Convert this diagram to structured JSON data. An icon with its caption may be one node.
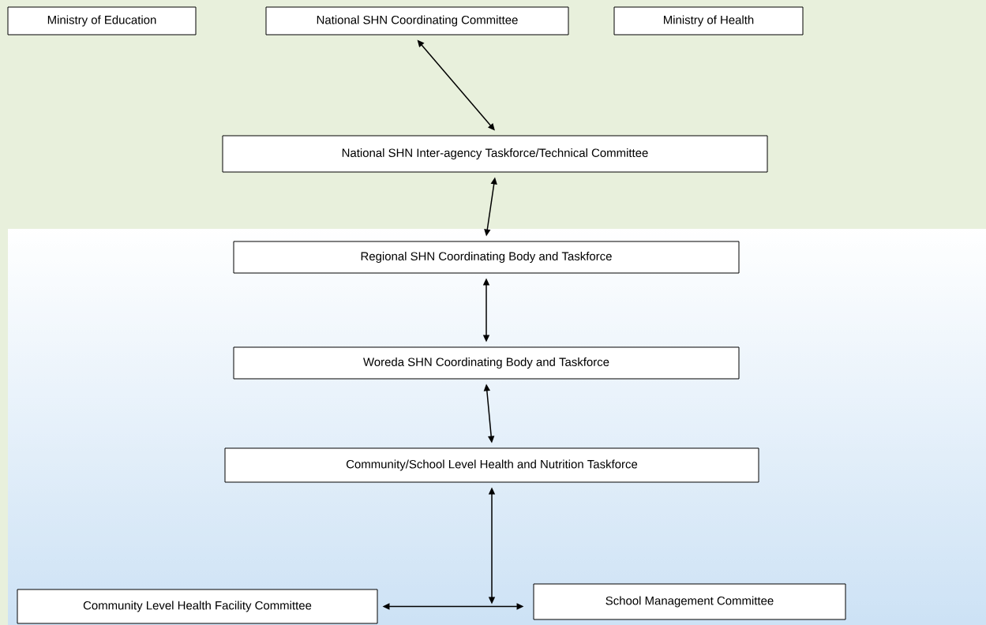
{
  "diagram": {
    "nodes": [
      {
        "text": [
          "Ministry of Education"
        ]
      },
      {
        "text": [
          "National SHN Coordinating Committee"
        ]
      },
      {
        "text": [
          "Ministry of Health"
        ]
      },
      {
        "text": [
          "National SHN Inter-agency Taskforce/Technical Committee"
        ]
      },
      {
        "text": [
          "Regional SHN Coordinating Body and Taskforce"
        ]
      },
      {
        "text": [
          "Woreda SHN Coordinating Body and Taskforce"
        ]
      },
      {
        "text": [
          "Community/School Level Health and Nutrition Taskforce"
        ]
      },
      {
        "text": [
          "Community Level Health Facility Committee"
        ]
      },
      {
        "text": [
          "School Management Committee"
        ]
      }
    ],
    "edges": [
      {
        "from": 1,
        "to": 3,
        "arrow": "both"
      },
      {
        "from": 3,
        "to": 4,
        "arrow": "both"
      },
      {
        "from": 4,
        "to": 5,
        "arrow": "both"
      },
      {
        "from": 5,
        "to": 6,
        "arrow": "both"
      },
      {
        "from": 6,
        "to": null,
        "arrow": "both"
      },
      {
        "from": 7,
        "to": 8,
        "arrow": "both"
      }
    ]
  }
}
